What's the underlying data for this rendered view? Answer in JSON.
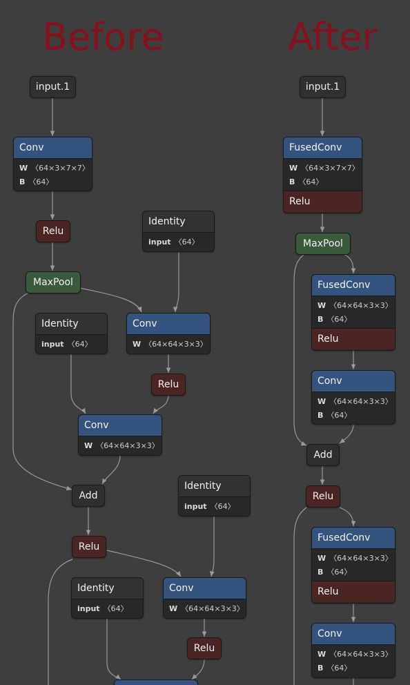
{
  "titles": {
    "before": "Before",
    "after": "After"
  },
  "colors": {
    "background": "#3e3e3e",
    "title": "#86101c",
    "conv_header": "#35537f",
    "relu": "#4b2424",
    "maxpool": "#3a5a3c",
    "edge": "#9a9a9a"
  },
  "before": {
    "input": "input.1",
    "conv1": {
      "label": "Conv",
      "w": "〈64×3×7×7〉",
      "b": "〈64〉"
    },
    "relu1": "Relu",
    "id1": {
      "label": "Identity",
      "input": "〈64〉"
    },
    "maxpool": "MaxPool",
    "id2": {
      "label": "Identity",
      "input": "〈64〉"
    },
    "conv2": {
      "label": "Conv",
      "w": "〈64×64×3×3〉"
    },
    "relu2": "Relu",
    "conv3": {
      "label": "Conv",
      "w": "〈64×64×3×3〉"
    },
    "add1": "Add",
    "id3": {
      "label": "Identity",
      "input": "〈64〉"
    },
    "relu3": "Relu",
    "id4": {
      "label": "Identity",
      "input": "〈64〉"
    },
    "conv4": {
      "label": "Conv",
      "w": "〈64×64×3×3〉"
    },
    "relu4": "Relu"
  },
  "after": {
    "input": "input.1",
    "fused1": {
      "label": "FusedConv",
      "w": "〈64×3×7×7〉",
      "b": "〈64〉",
      "act": "Relu"
    },
    "maxpool": "MaxPool",
    "fused2": {
      "label": "FusedConv",
      "w": "〈64×64×3×3〉",
      "b": "〈64〉",
      "act": "Relu"
    },
    "conv1": {
      "label": "Conv",
      "w": "〈64×64×3×3〉",
      "b": "〈64〉"
    },
    "add1": "Add",
    "relu1": "Relu",
    "fused3": {
      "label": "FusedConv",
      "w": "〈64×64×3×3〉",
      "b": "〈64〉",
      "act": "Relu"
    },
    "conv2": {
      "label": "Conv",
      "w": "〈64×64×3×3〉",
      "b": "〈64〉"
    }
  }
}
